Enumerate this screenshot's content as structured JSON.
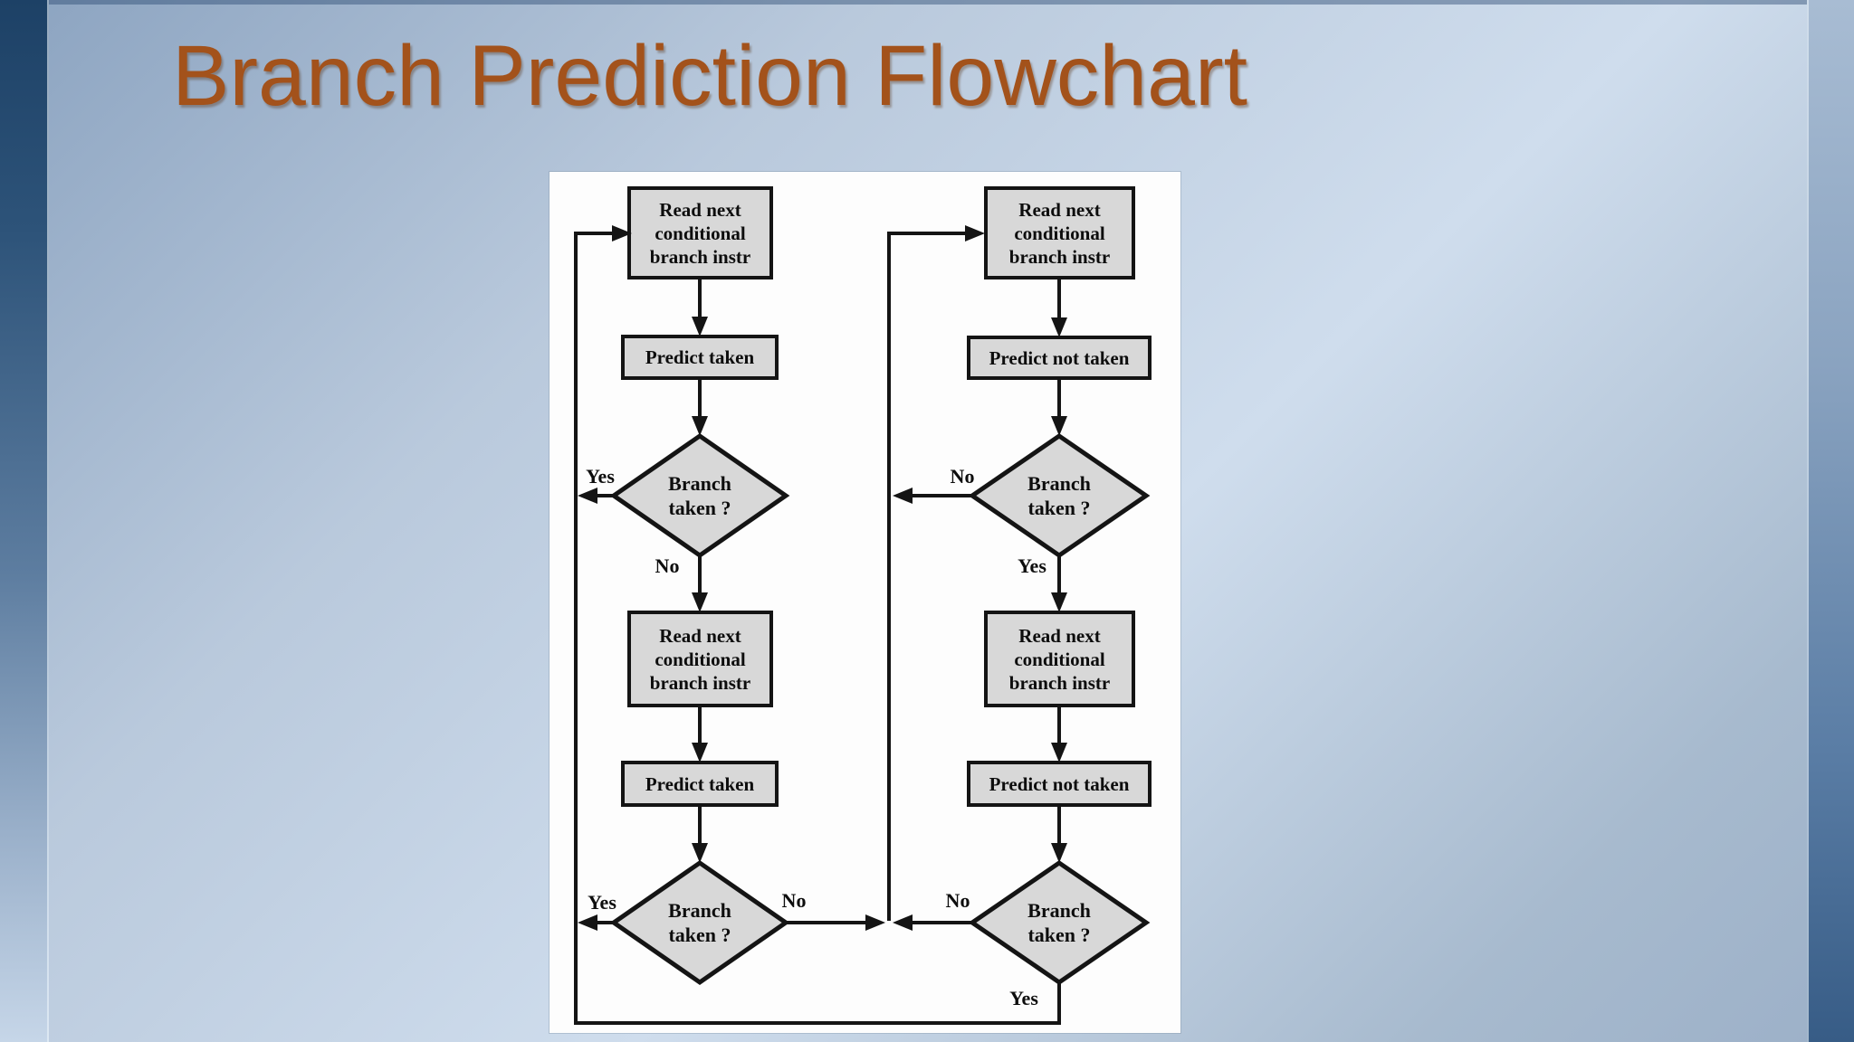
{
  "title": "Branch Prediction Flowchart",
  "colors": {
    "title_text": "#a3521b",
    "node_fill": "#d8d8d8",
    "line": "#141414",
    "panel": "#fdfdfd",
    "background_dark_edge": "#1d4166",
    "background_light": "#cfdded"
  },
  "flowchart": {
    "columns": [
      {
        "id": "left",
        "nodes": [
          {
            "type": "process",
            "label": "Read next conditional branch instr"
          },
          {
            "type": "process",
            "label": "Predict taken"
          },
          {
            "type": "decision",
            "label": "Branch taken ?",
            "left_branch": "Yes",
            "down_branch": "No"
          },
          {
            "type": "process",
            "label": "Read next conditional branch instr"
          },
          {
            "type": "process",
            "label": "Predict taken"
          },
          {
            "type": "decision",
            "label": "Branch taken ?",
            "left_branch": "Yes",
            "right_branch": "No"
          }
        ]
      },
      {
        "id": "right",
        "nodes": [
          {
            "type": "process",
            "label": "Read next conditional branch instr"
          },
          {
            "type": "process",
            "label": "Predict not taken"
          },
          {
            "type": "decision",
            "label": "Branch taken ?",
            "left_branch": "No",
            "down_branch": "Yes"
          },
          {
            "type": "process",
            "label": "Read next conditional branch instr"
          },
          {
            "type": "process",
            "label": "Predict not taken"
          },
          {
            "type": "decision",
            "label": "Branch taken ?",
            "left_branch": "No",
            "down_branch": "Yes"
          }
        ]
      }
    ]
  }
}
